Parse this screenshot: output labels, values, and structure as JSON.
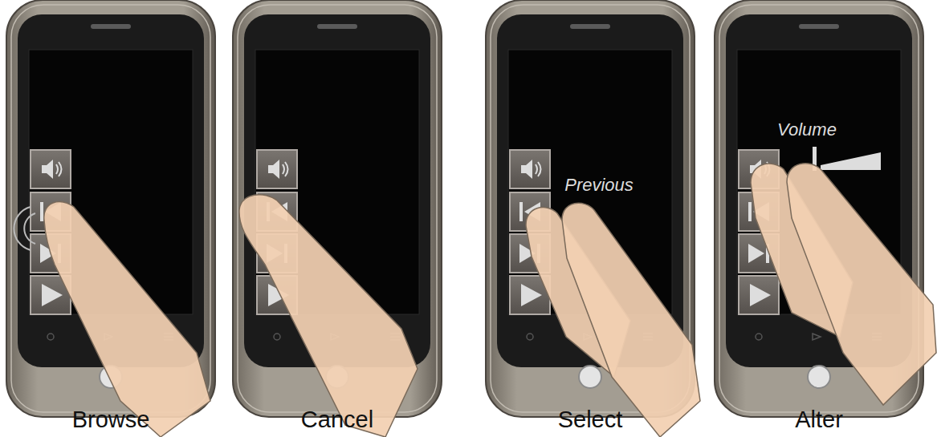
{
  "diagram": {
    "labels": [
      "Previous",
      "Volume",
      "Browse",
      "Cancel",
      "Select",
      "Alter"
    ]
  }
}
